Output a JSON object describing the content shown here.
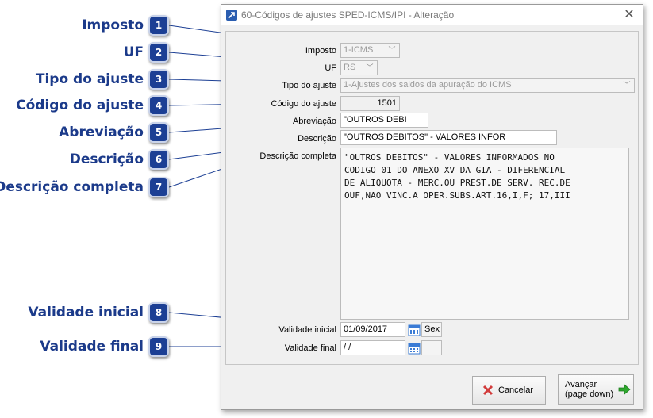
{
  "callouts": [
    {
      "number": "1",
      "label": "Imposto"
    },
    {
      "number": "2",
      "label": "UF"
    },
    {
      "number": "3",
      "label": "Tipo do ajuste"
    },
    {
      "number": "4",
      "label": "Código do ajuste"
    },
    {
      "number": "5",
      "label": "Abreviação"
    },
    {
      "number": "6",
      "label": "Descrição"
    },
    {
      "number": "7",
      "label": "Descrição completa"
    },
    {
      "number": "8",
      "label": "Validade inicial"
    },
    {
      "number": "9",
      "label": "Validade final"
    }
  ],
  "window": {
    "title": "60-Códigos de ajustes SPED-ICMS/IPI - Alteração",
    "close_icon": "close-icon"
  },
  "form": {
    "imposto": {
      "label": "Imposto",
      "value": "1-ICMS"
    },
    "uf": {
      "label": "UF",
      "value": "RS"
    },
    "tipo_ajuste": {
      "label": "Tipo do ajuste",
      "value": "1-Ajustes dos saldos da apuração do ICMS"
    },
    "codigo_ajuste": {
      "label": "Código do ajuste",
      "value": "1501"
    },
    "abreviacao": {
      "label": "Abreviação",
      "value": "\"OUTROS DEBI"
    },
    "descricao": {
      "label": "Descrição",
      "value": "\"OUTROS DEBITOS\" - VALORES INFOR"
    },
    "descricao_completa": {
      "label": "Descrição completa",
      "value": "\"OUTROS DEBITOS\" - VALORES INFORMADOS NO\nCODIGO 01 DO ANEXO XV DA GIA - DIFERENCIAL\nDE ALIQUOTA - MERC.OU PREST.DE SERV. REC.DE\nOUF,NAO VINC.A OPER.SUBS.ART.16,I,F; 17,III"
    },
    "validade_inicial": {
      "label": "Validade inicial",
      "value": "01/09/2017",
      "weekday": "Sex"
    },
    "validade_final": {
      "label": "Validade final",
      "value": " / /",
      "weekday": ""
    }
  },
  "buttons": {
    "cancel": {
      "label": "Cancelar",
      "icon": "cancel-x-icon"
    },
    "next": {
      "label": "Avançar (page down)",
      "line1": "Avançar",
      "line2": "(page down)",
      "icon": "arrow-right-icon"
    }
  },
  "colors": {
    "callout_badge": "#1c3f94",
    "callout_text": "#1b3a8a",
    "next_arrow": "#2fa82f",
    "cancel_x": "#d23c3c"
  }
}
